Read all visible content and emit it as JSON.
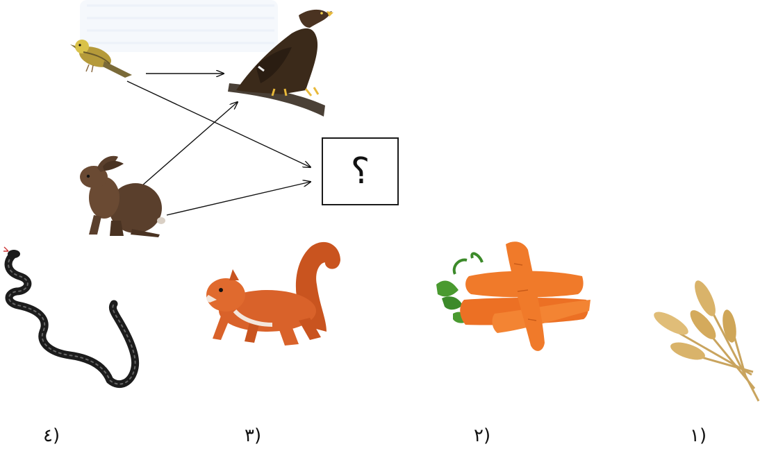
{
  "diagram": {
    "question_mark": "؟",
    "food_chain": {
      "sources": [
        "bird-icon",
        "rabbit-icon"
      ],
      "predator": "eagle-icon",
      "unknown": "question-box"
    }
  },
  "options": [
    {
      "number": "(١",
      "icon": "wheat-icon"
    },
    {
      "number": "(٢",
      "icon": "carrot-icon"
    },
    {
      "number": "(٣",
      "icon": "squirrel-icon"
    },
    {
      "number": "(٤",
      "icon": "snake-icon"
    }
  ],
  "colors": {
    "arrow": "#111111",
    "eagle": "#3b2a1a",
    "bird": "#b59a3a",
    "rabbit": "#5a3f2c",
    "squirrel": "#d9622a",
    "carrot": "#f07a2a",
    "wheat": "#d9b36a",
    "snake": "#1c1c1c"
  }
}
